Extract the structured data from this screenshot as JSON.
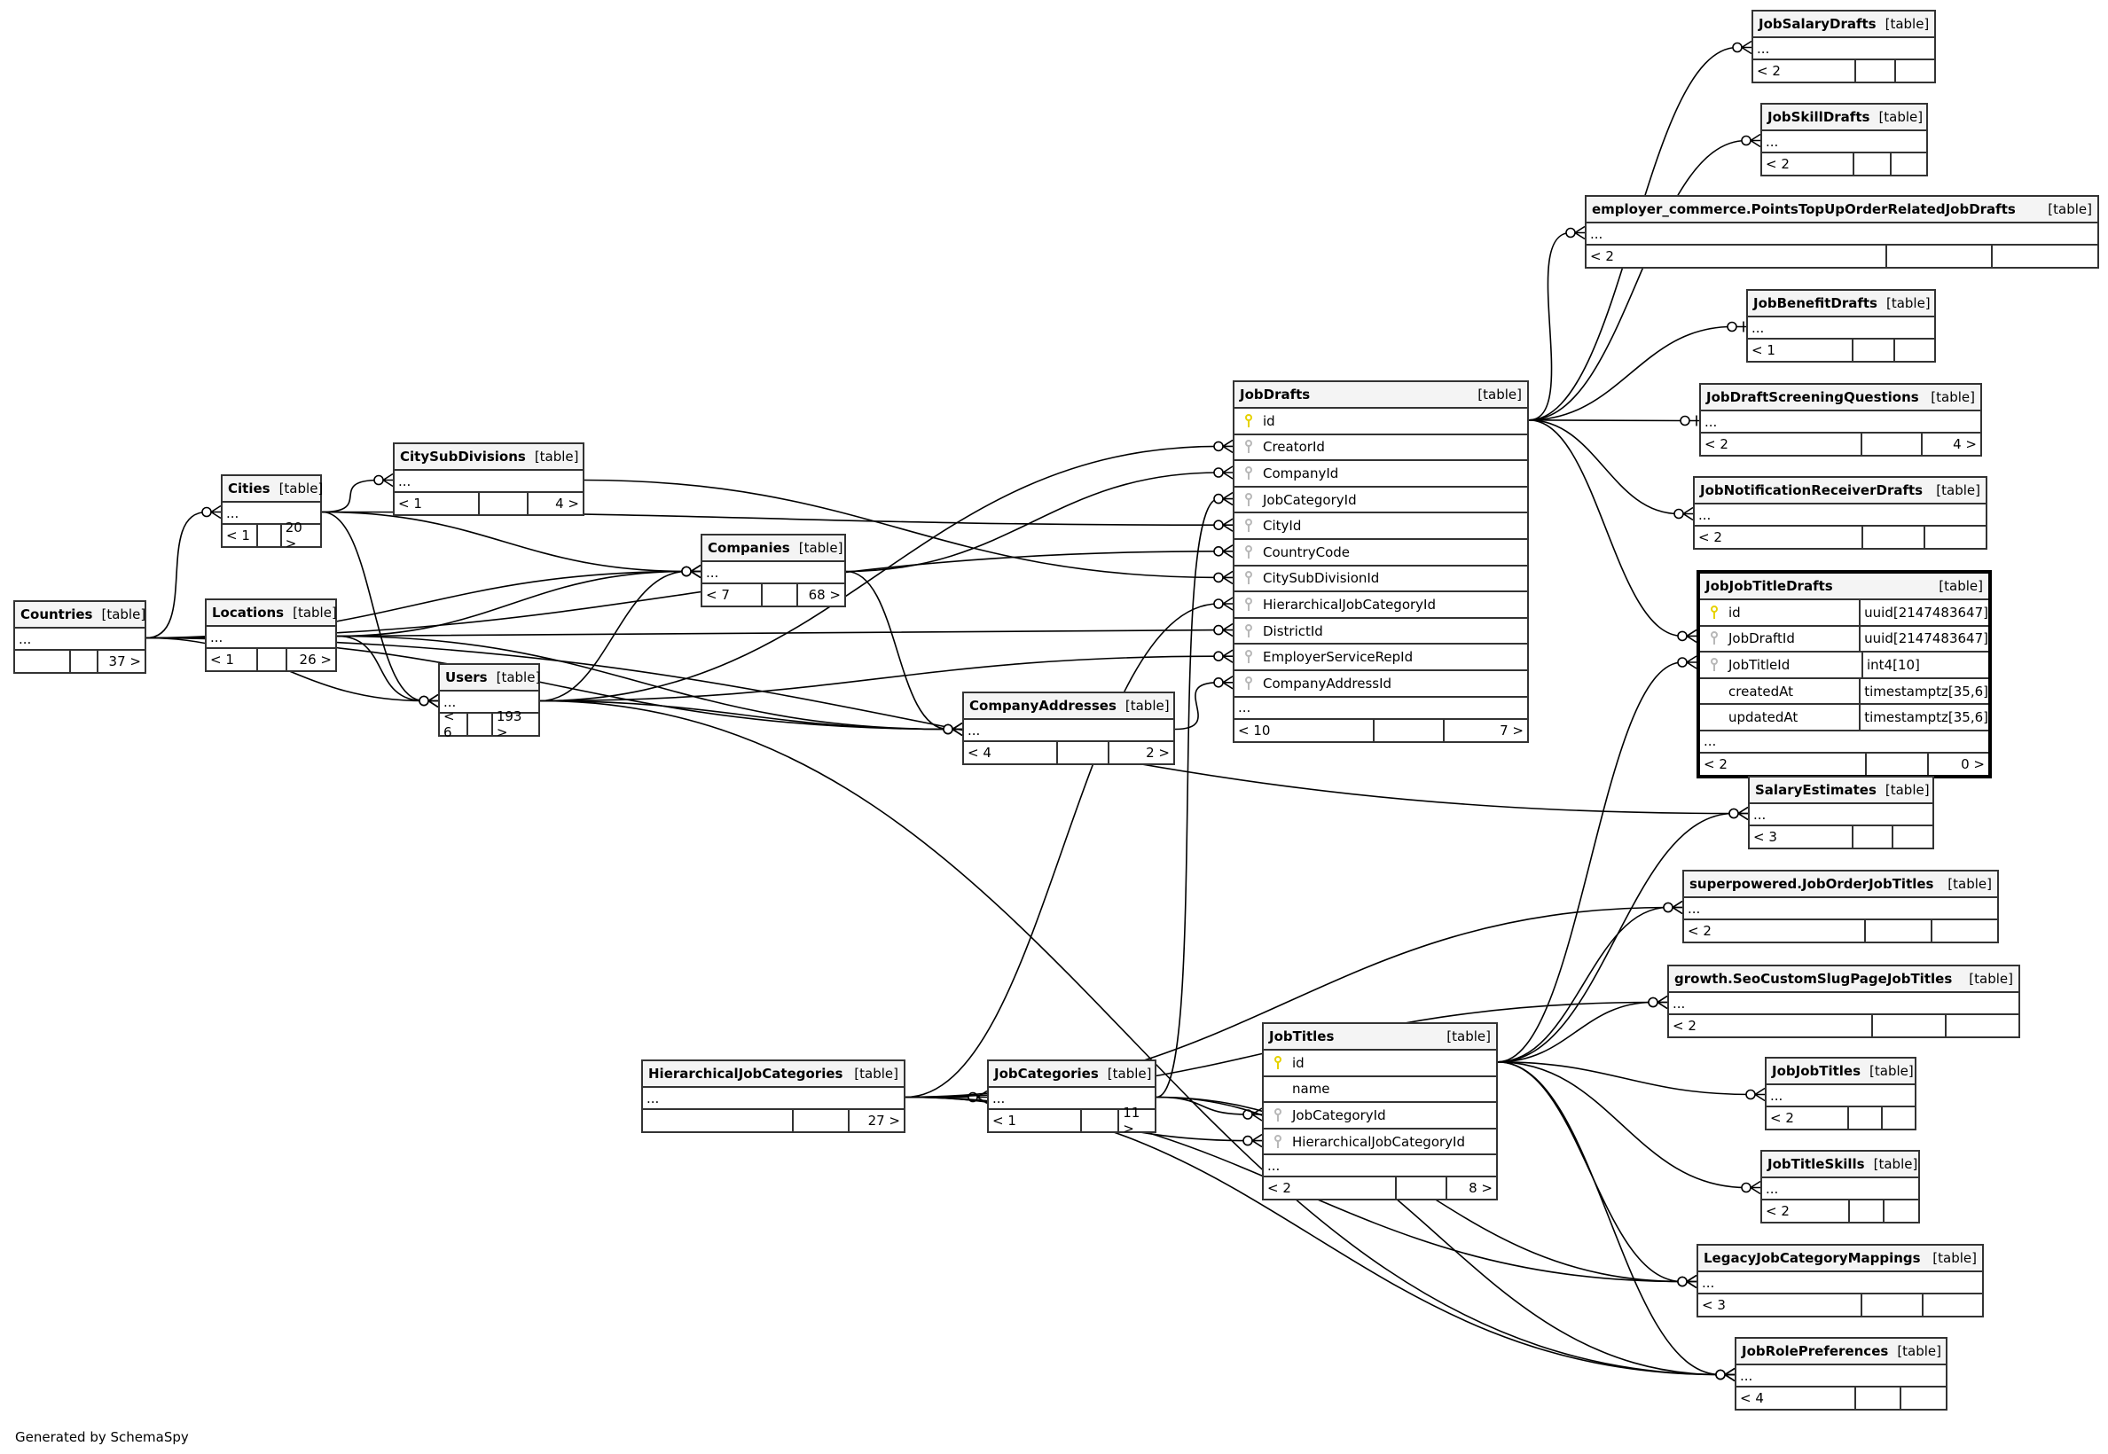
{
  "footer": "Generated by SchemaSpy",
  "colors": {
    "primary_key": "#e6d200",
    "foreign_key": "#b8b8b8",
    "header_bg": "#f4f4f4",
    "border": "#333333"
  },
  "tables": [
    {
      "id": "Countries",
      "name": "Countries",
      "type": "[table]",
      "columns": [],
      "parents": "",
      "children": "37 >"
    },
    {
      "id": "Cities",
      "name": "Cities",
      "type": "[table]",
      "columns": [],
      "parents": "< 1",
      "children": "20 >"
    },
    {
      "id": "CitySubDivisions",
      "name": "CitySubDivisions",
      "type": "[table]",
      "columns": [],
      "parents": "< 1",
      "children": "4 >"
    },
    {
      "id": "Locations",
      "name": "Locations",
      "type": "[table]",
      "columns": [],
      "parents": "< 1",
      "children": "26 >"
    },
    {
      "id": "Companies",
      "name": "Companies",
      "type": "[table]",
      "columns": [],
      "parents": "< 7",
      "children": "68 >"
    },
    {
      "id": "Users",
      "name": "Users",
      "type": "[table]",
      "columns": [],
      "parents": "< 6",
      "children": "193 >"
    },
    {
      "id": "CompanyAddresses",
      "name": "CompanyAddresses",
      "type": "[table]",
      "columns": [],
      "parents": "< 4",
      "children": "2 >"
    },
    {
      "id": "JobDrafts",
      "name": "JobDrafts",
      "type": "[table]",
      "parents": "< 10",
      "children": "7 >",
      "columns": [
        {
          "name": "id",
          "key": "pk"
        },
        {
          "name": "CreatorId",
          "key": "fk"
        },
        {
          "name": "CompanyId",
          "key": "fk"
        },
        {
          "name": "JobCategoryId",
          "key": "fk"
        },
        {
          "name": "CityId",
          "key": "fk"
        },
        {
          "name": "CountryCode",
          "key": "fk"
        },
        {
          "name": "CitySubDivisionId",
          "key": "fk"
        },
        {
          "name": "HierarchicalJobCategoryId",
          "key": "fk"
        },
        {
          "name": "DistrictId",
          "key": "fk"
        },
        {
          "name": "EmployerServiceRepId",
          "key": "fk"
        },
        {
          "name": "CompanyAddressId",
          "key": "fk"
        }
      ]
    },
    {
      "id": "JobSalaryDrafts",
      "name": "JobSalaryDrafts",
      "type": "[table]",
      "columns": [],
      "parents": "< 2",
      "children": ""
    },
    {
      "id": "JobSkillDrafts",
      "name": "JobSkillDrafts",
      "type": "[table]",
      "columns": [],
      "parents": "< 2",
      "children": ""
    },
    {
      "id": "PointsTopUp",
      "name": "employer_commerce.PointsTopUpOrderRelatedJobDrafts",
      "type": "[table]",
      "columns": [],
      "parents": "< 2",
      "children": ""
    },
    {
      "id": "JobBenefitDrafts",
      "name": "JobBenefitDrafts",
      "type": "[table]",
      "columns": [],
      "parents": "< 1",
      "children": ""
    },
    {
      "id": "JobDraftScreeningQuestions",
      "name": "JobDraftScreeningQuestions",
      "type": "[table]",
      "columns": [],
      "parents": "< 2",
      "children": "4 >"
    },
    {
      "id": "JobNotificationReceiverDrafts",
      "name": "JobNotificationReceiverDrafts",
      "type": "[table]",
      "columns": [],
      "parents": "< 2",
      "children": ""
    },
    {
      "id": "JobJobTitleDrafts",
      "name": "JobJobTitleDrafts",
      "type": "[table]",
      "focus": true,
      "parents": "< 2",
      "children": "0 >",
      "columns": [
        {
          "name": "id",
          "key": "pk",
          "datatype": "uuid[2147483647]"
        },
        {
          "name": "JobDraftId",
          "key": "fk",
          "datatype": "uuid[2147483647]"
        },
        {
          "name": "JobTitleId",
          "key": "fk",
          "datatype": "int4[10]"
        },
        {
          "name": "createdAt",
          "key": "",
          "datatype": "timestamptz[35,6]"
        },
        {
          "name": "updatedAt",
          "key": "",
          "datatype": "timestamptz[35,6]"
        }
      ]
    },
    {
      "id": "SalaryEstimates",
      "name": "SalaryEstimates",
      "type": "[table]",
      "columns": [],
      "parents": "< 3",
      "children": ""
    },
    {
      "id": "JobOrderJobTitles",
      "name": "superpowered.JobOrderJobTitles",
      "type": "[table]",
      "columns": [],
      "parents": "< 2",
      "children": ""
    },
    {
      "id": "SeoCustomSlug",
      "name": "growth.SeoCustomSlugPageJobTitles",
      "type": "[table]",
      "columns": [],
      "parents": "< 2",
      "children": ""
    },
    {
      "id": "JobJobTitles",
      "name": "JobJobTitles",
      "type": "[table]",
      "columns": [],
      "parents": "< 2",
      "children": ""
    },
    {
      "id": "JobTitleSkills",
      "name": "JobTitleSkills",
      "type": "[table]",
      "columns": [],
      "parents": "< 2",
      "children": ""
    },
    {
      "id": "LegacyJobCategoryMappings",
      "name": "LegacyJobCategoryMappings",
      "type": "[table]",
      "columns": [],
      "parents": "< 3",
      "children": ""
    },
    {
      "id": "JobRolePreferences",
      "name": "JobRolePreferences",
      "type": "[table]",
      "columns": [],
      "parents": "< 4",
      "children": ""
    },
    {
      "id": "HierarchicalJobCategories",
      "name": "HierarchicalJobCategories",
      "type": "[table]",
      "columns": [],
      "parents": "",
      "children": "27 >"
    },
    {
      "id": "JobCategories",
      "name": "JobCategories",
      "type": "[table]",
      "columns": [],
      "parents": "< 1",
      "children": "11 >"
    },
    {
      "id": "JobTitles",
      "name": "JobTitles",
      "type": "[table]",
      "parents": "< 2",
      "children": "8 >",
      "columns": [
        {
          "name": "id",
          "key": "pk"
        },
        {
          "name": "name",
          "key": ""
        },
        {
          "name": "JobCategoryId",
          "key": "fk"
        },
        {
          "name": "HierarchicalJobCategoryId",
          "key": "fk"
        }
      ]
    }
  ],
  "ellipsis": "...",
  "relationships": [
    {
      "from": "Countries",
      "to": "Cities",
      "to_col": null,
      "card": "many"
    },
    {
      "from": "Countries",
      "to": "Companies",
      "to_col": null,
      "card": "many"
    },
    {
      "from": "Countries",
      "to": "Users",
      "to_col": null,
      "card": "many"
    },
    {
      "from": "Countries",
      "to": "CompanyAddresses",
      "to_col": null,
      "card": "many"
    },
    {
      "from": "Countries",
      "to": "JobDrafts",
      "to_col": "CountryCode",
      "card": "many"
    },
    {
      "from": "Countries",
      "to": "SalaryEstimates",
      "to_col": null,
      "card": "many"
    },
    {
      "from": "Cities",
      "to": "CitySubDivisions",
      "to_col": null,
      "card": "many"
    },
    {
      "from": "Cities",
      "to": "Companies",
      "to_col": null,
      "card": "many"
    },
    {
      "from": "Cities",
      "to": "Users",
      "to_col": null,
      "card": "many"
    },
    {
      "from": "Cities",
      "to": "JobDrafts",
      "to_col": "CityId",
      "card": "many"
    },
    {
      "from": "CitySubDivisions",
      "to": "JobDrafts",
      "to_col": "CitySubDivisionId",
      "card": "many"
    },
    {
      "from": "Locations",
      "to": "Companies",
      "to_col": null,
      "card": "many"
    },
    {
      "from": "Locations",
      "to": "Users",
      "to_col": null,
      "card": "many"
    },
    {
      "from": "Locations",
      "to": "JobDrafts",
      "to_col": "DistrictId",
      "card": "many"
    },
    {
      "from": "Locations",
      "to": "CompanyAddresses",
      "to_col": null,
      "card": "many"
    },
    {
      "from": "Users",
      "to": "Companies",
      "to_col": null,
      "card": "many"
    },
    {
      "from": "Users",
      "to": "JobDrafts",
      "to_col": "CreatorId",
      "card": "many"
    },
    {
      "from": "Users",
      "to": "JobDrafts",
      "to_col": "EmployerServiceRepId",
      "card": "many"
    },
    {
      "from": "Users",
      "to": "CompanyAddresses",
      "to_col": null,
      "card": "many"
    },
    {
      "from": "Users",
      "to": "JobRolePreferences",
      "to_col": null,
      "card": "many"
    },
    {
      "from": "Companies",
      "to": "JobDrafts",
      "to_col": "CompanyId",
      "card": "many"
    },
    {
      "from": "Companies",
      "to": "CompanyAddresses",
      "to_col": null,
      "card": "many"
    },
    {
      "from": "CompanyAddresses",
      "to": "JobDrafts",
      "to_col": "CompanyAddressId",
      "card": "many"
    },
    {
      "from": "JobDrafts",
      "to": "JobSalaryDrafts",
      "to_col": null,
      "card": "many"
    },
    {
      "from": "JobDrafts",
      "to": "JobSkillDrafts",
      "to_col": null,
      "card": "many"
    },
    {
      "from": "JobDrafts",
      "to": "PointsTopUp",
      "to_col": null,
      "card": "many"
    },
    {
      "from": "JobDrafts",
      "to": "JobBenefitDrafts",
      "to_col": null,
      "card": "one"
    },
    {
      "from": "JobDrafts",
      "to": "JobDraftScreeningQuestions",
      "to_col": null,
      "card": "one"
    },
    {
      "from": "JobDrafts",
      "to": "JobNotificationReceiverDrafts",
      "to_col": null,
      "card": "many"
    },
    {
      "from": "JobDrafts",
      "to": "JobJobTitleDrafts",
      "to_col": "JobDraftId",
      "card": "many"
    },
    {
      "from": "JobTitles",
      "to": "JobJobTitleDrafts",
      "to_col": "JobTitleId",
      "card": "many"
    },
    {
      "from": "JobTitles",
      "to": "SalaryEstimates",
      "to_col": null,
      "card": "many"
    },
    {
      "from": "JobTitles",
      "to": "JobOrderJobTitles",
      "to_col": null,
      "card": "many"
    },
    {
      "from": "JobTitles",
      "to": "SeoCustomSlug",
      "to_col": null,
      "card": "many"
    },
    {
      "from": "JobTitles",
      "to": "JobJobTitles",
      "to_col": null,
      "card": "many"
    },
    {
      "from": "JobTitles",
      "to": "JobTitleSkills",
      "to_col": null,
      "card": "many"
    },
    {
      "from": "JobTitles",
      "to": "LegacyJobCategoryMappings",
      "to_col": null,
      "card": "many"
    },
    {
      "from": "JobTitles",
      "to": "JobRolePreferences",
      "to_col": null,
      "card": "many"
    },
    {
      "from": "HierarchicalJobCategories",
      "to": "JobCategories",
      "to_col": null,
      "card": "many"
    },
    {
      "from": "HierarchicalJobCategories",
      "to": "JobTitles",
      "to_col": "HierarchicalJobCategoryId",
      "card": "many"
    },
    {
      "from": "HierarchicalJobCategories",
      "to": "JobDrafts",
      "to_col": "HierarchicalJobCategoryId",
      "card": "many"
    },
    {
      "from": "HierarchicalJobCategories",
      "to": "JobOrderJobTitles",
      "to_col": null,
      "card": "many"
    },
    {
      "from": "HierarchicalJobCategories",
      "to": "SeoCustomSlug",
      "to_col": null,
      "card": "many"
    },
    {
      "from": "HierarchicalJobCategories",
      "to": "LegacyJobCategoryMappings",
      "to_col": null,
      "card": "many"
    },
    {
      "from": "HierarchicalJobCategories",
      "to": "JobRolePreferences",
      "to_col": null,
      "card": "many"
    },
    {
      "from": "JobCategories",
      "to": "JobTitles",
      "to_col": "JobCategoryId",
      "card": "many"
    },
    {
      "from": "JobCategories",
      "to": "JobDrafts",
      "to_col": "JobCategoryId",
      "card": "many"
    },
    {
      "from": "JobCategories",
      "to": "LegacyJobCategoryMappings",
      "to_col": null,
      "card": "many"
    },
    {
      "from": "JobCategories",
      "to": "JobRolePreferences",
      "to_col": null,
      "card": "many"
    }
  ]
}
